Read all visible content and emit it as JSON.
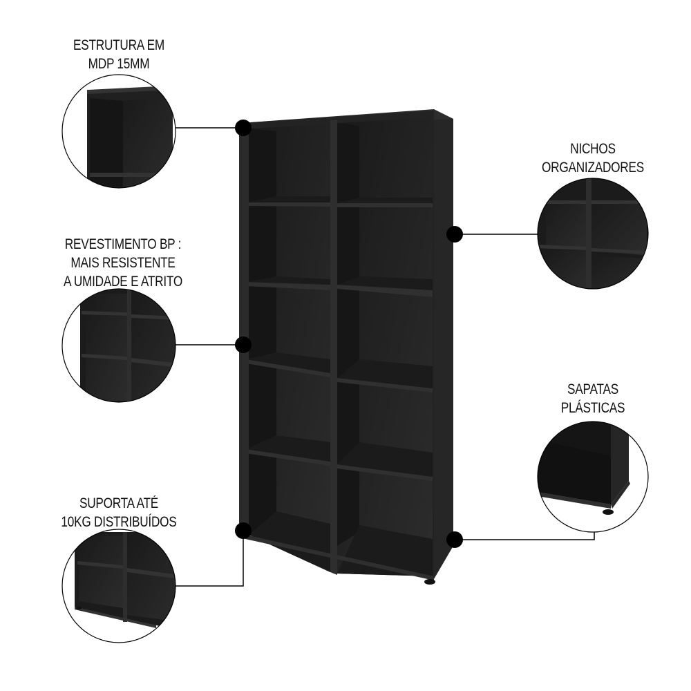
{
  "product": {
    "name": "Bookcase with 10 niches",
    "color": "#1f1f1f",
    "niches": {
      "columns": 2,
      "rows": 5
    }
  },
  "callouts": [
    {
      "id": "estrutura",
      "side": "left",
      "lines": [
        "ESTRUTURA EM",
        "MDP 15MM"
      ],
      "detail": "top-corner-detail"
    },
    {
      "id": "revestimento",
      "side": "left",
      "lines": [
        "REVESTIMENTO BP :",
        "MAIS RESISTENTE",
        "A UMIDADE E ATRITO"
      ],
      "detail": "middle-niches-detail"
    },
    {
      "id": "suporta",
      "side": "left",
      "lines": [
        "SUPORTA ATÉ",
        "10KG DISTRIBUÍDOS"
      ],
      "detail": "bottom-niches-detail"
    },
    {
      "id": "nichos",
      "side": "right",
      "lines": [
        "NICHOS",
        "ORGANIZADORES"
      ],
      "detail": "niches-detail"
    },
    {
      "id": "sapatas",
      "side": "right",
      "lines": [
        "SAPATAS",
        "PLÁSTICAS"
      ],
      "detail": "plastic-feet-detail"
    }
  ],
  "colors": {
    "background": "#ffffff",
    "furniture_dark": "#1c1c1c",
    "furniture_mid": "#2a2a2a",
    "furniture_edge": "#333333",
    "dot": "#000000",
    "line": "#000000",
    "text": "#111111"
  }
}
